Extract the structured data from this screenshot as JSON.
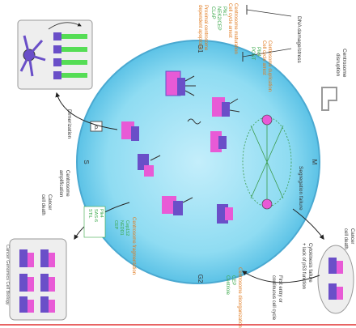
{
  "colors": {
    "cell": "#8fdcf2",
    "cell_edge": "#4aa9d1",
    "orange_text": "#e07a1f",
    "green_text": "#3aa84a",
    "gray_text": "#444444",
    "purple": "#6a4fc8",
    "magenta": "#e85ad6",
    "green_bar": "#55dd55",
    "box_bg": "#eeeeee",
    "rule": "#e03030"
  },
  "phases": {
    "top": "G1",
    "left": "S",
    "right": "M",
    "bottom": "G2"
  },
  "labels": {
    "dna_damage": "DNA damage/stress",
    "centrosome_disruption": [
      "Centrosome",
      "disruption"
    ],
    "orange_top": [
      "Centrosome maturation",
      "Cell cycle arrest"
    ],
    "green_top": [
      "Plk1",
      "NEK2/CEP",
      "CLAP"
    ],
    "gray_top": [
      "Proximal centrosome",
      "dependent apoptosis"
    ],
    "orange_mid": [
      "Centrosome duplication",
      "Cell cycle arrest"
    ],
    "green_mid": [
      "Plk4",
      "PCNT"
    ],
    "dimerization": "Dimerization",
    "segregation": "Segregation failure",
    "cytokinesis": [
      "Cytokinesis failure",
      "+ lack of p53 function"
    ],
    "cancer_cell": [
      "Cancer",
      "cell death"
    ],
    "first_entry": [
      "First entry or",
      "continuous cell cycle"
    ],
    "orange_bottom": [
      "Centrosome disorganization"
    ],
    "green_bottom": [
      "CEP",
      "Centriole"
    ],
    "centrosome_amp": [
      "Centrosome",
      "amplification"
    ],
    "green_left": [
      "Plk4",
      "SAS-6",
      "STIL"
    ],
    "orange_left": [
      "Centrosome fragmentation"
    ],
    "green_left2": [
      "Cep152",
      "NEDD1",
      "CEP"
    ],
    "cancer_death": [
      "Cancer",
      "cell death"
    ],
    "caption": "Cancer Genomics Cell Biology",
    "p_box": "p"
  }
}
